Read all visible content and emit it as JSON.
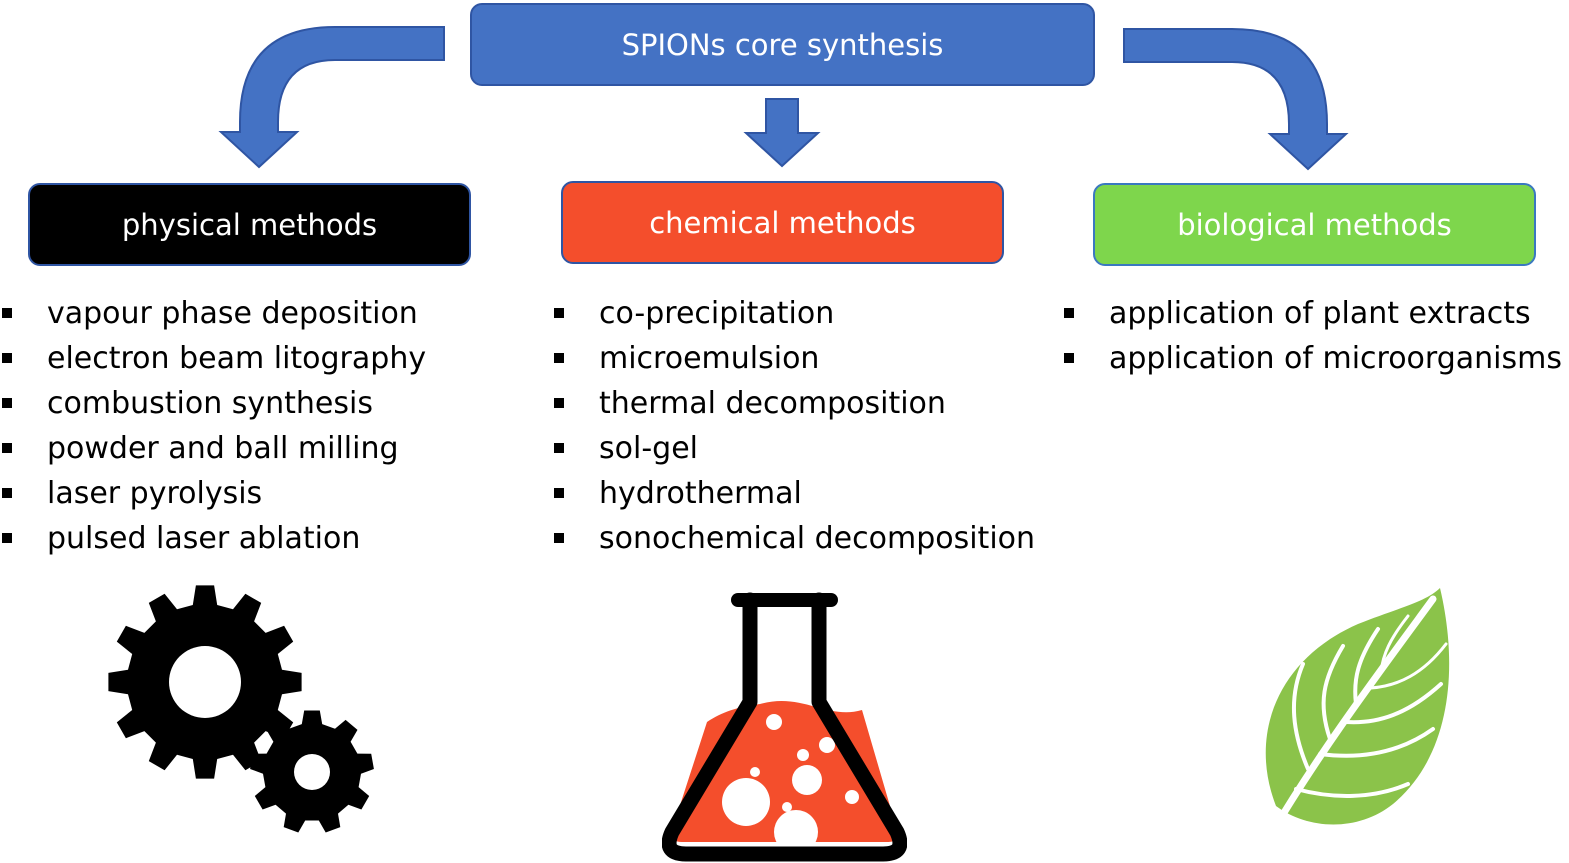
{
  "root": {
    "label": "SPIONs core synthesis"
  },
  "categories": [
    {
      "label": "physical methods",
      "color": "#000000",
      "icon": "gears-icon",
      "items": [
        "vapour phase deposition",
        "electron beam litography",
        "combustion synthesis",
        "powder and ball milling",
        "laser pyrolysis",
        "pulsed laser ablation"
      ]
    },
    {
      "label": "chemical methods",
      "color": "#f44e2c",
      "icon": "flask-icon",
      "items": [
        "co-precipitation",
        "microemulsion",
        "thermal decomposition",
        "sol-gel",
        "hydrothermal",
        "sonochemical decomposition"
      ]
    },
    {
      "label": "biological methods",
      "color": "#7ed64c",
      "icon": "leaf-icon",
      "items": [
        "application of plant extracts",
        "application of microorganisms"
      ]
    }
  ],
  "colors": {
    "root_box": "#4472c4",
    "arrow": "#4472c4"
  }
}
